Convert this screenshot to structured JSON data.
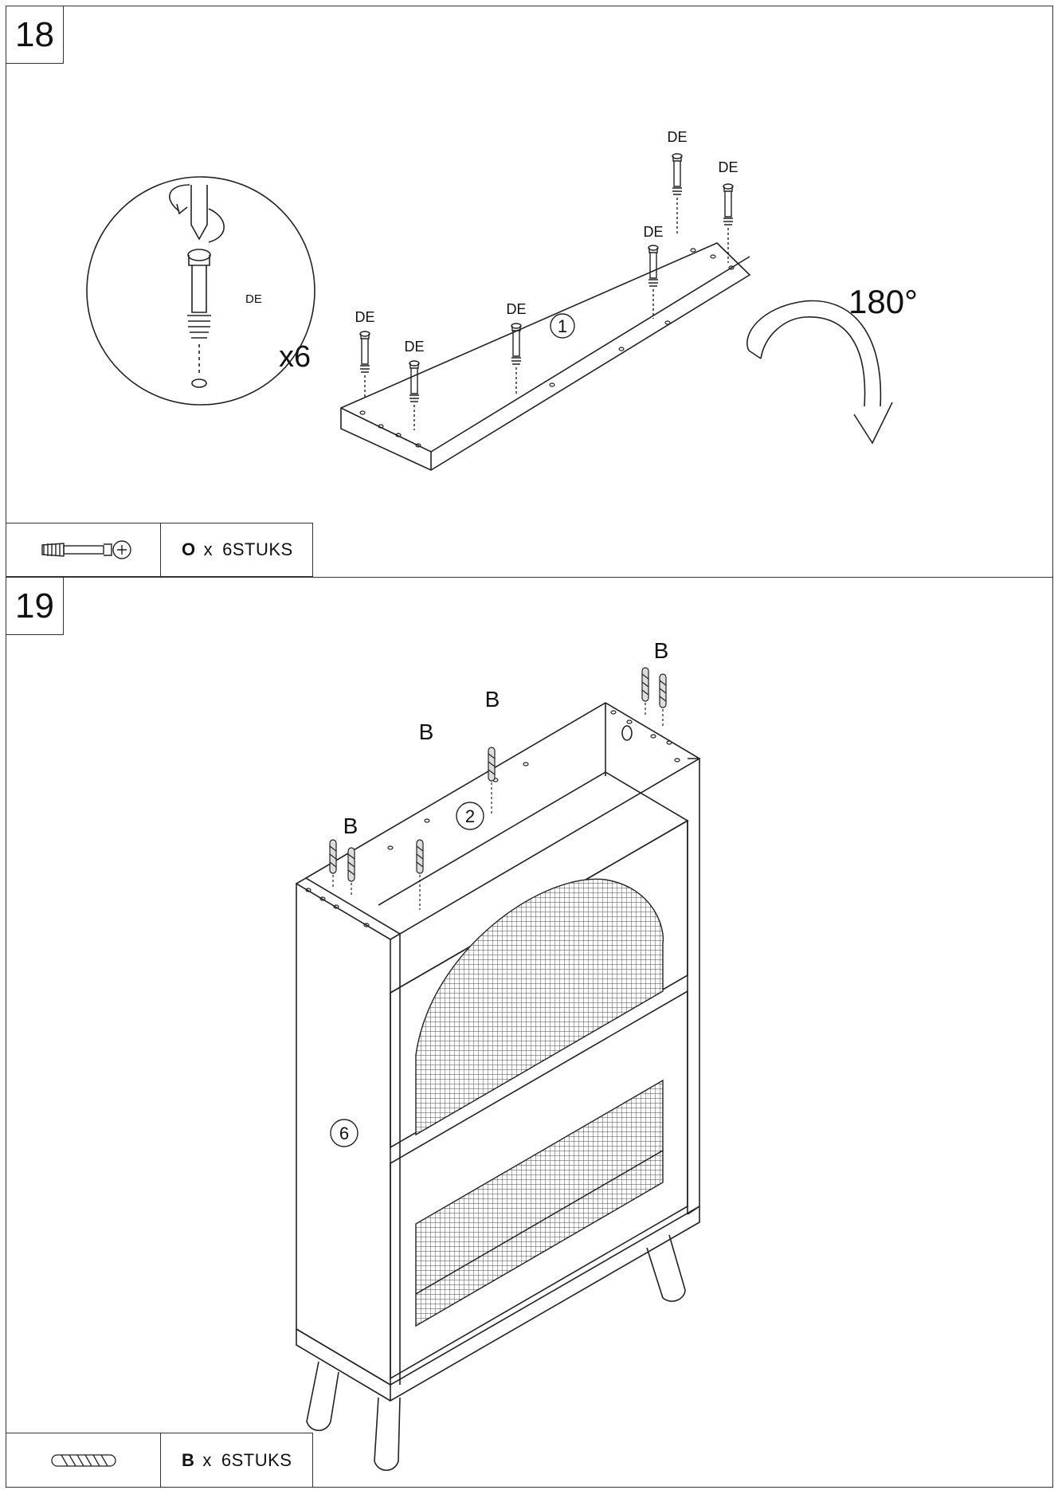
{
  "steps": [
    {
      "number": "18",
      "callout": {
        "multiplier": "x6",
        "label": "DE"
      },
      "board_label": "1",
      "part_labels": [
        "DE",
        "DE",
        "DE",
        "DE",
        "DE",
        "DE"
      ],
      "rotation": "180°",
      "legend": {
        "part": "O",
        "times": "x",
        "qty": "6STUKS",
        "icon": "cam-bolt-icon"
      }
    },
    {
      "number": "19",
      "part_labels": [
        "B",
        "B",
        "B",
        "B"
      ],
      "panel_labels": [
        "2",
        "6"
      ],
      "legend": {
        "part": "B",
        "times": "x",
        "qty": "6STUKS",
        "icon": "wood-dowel-icon"
      }
    }
  ]
}
